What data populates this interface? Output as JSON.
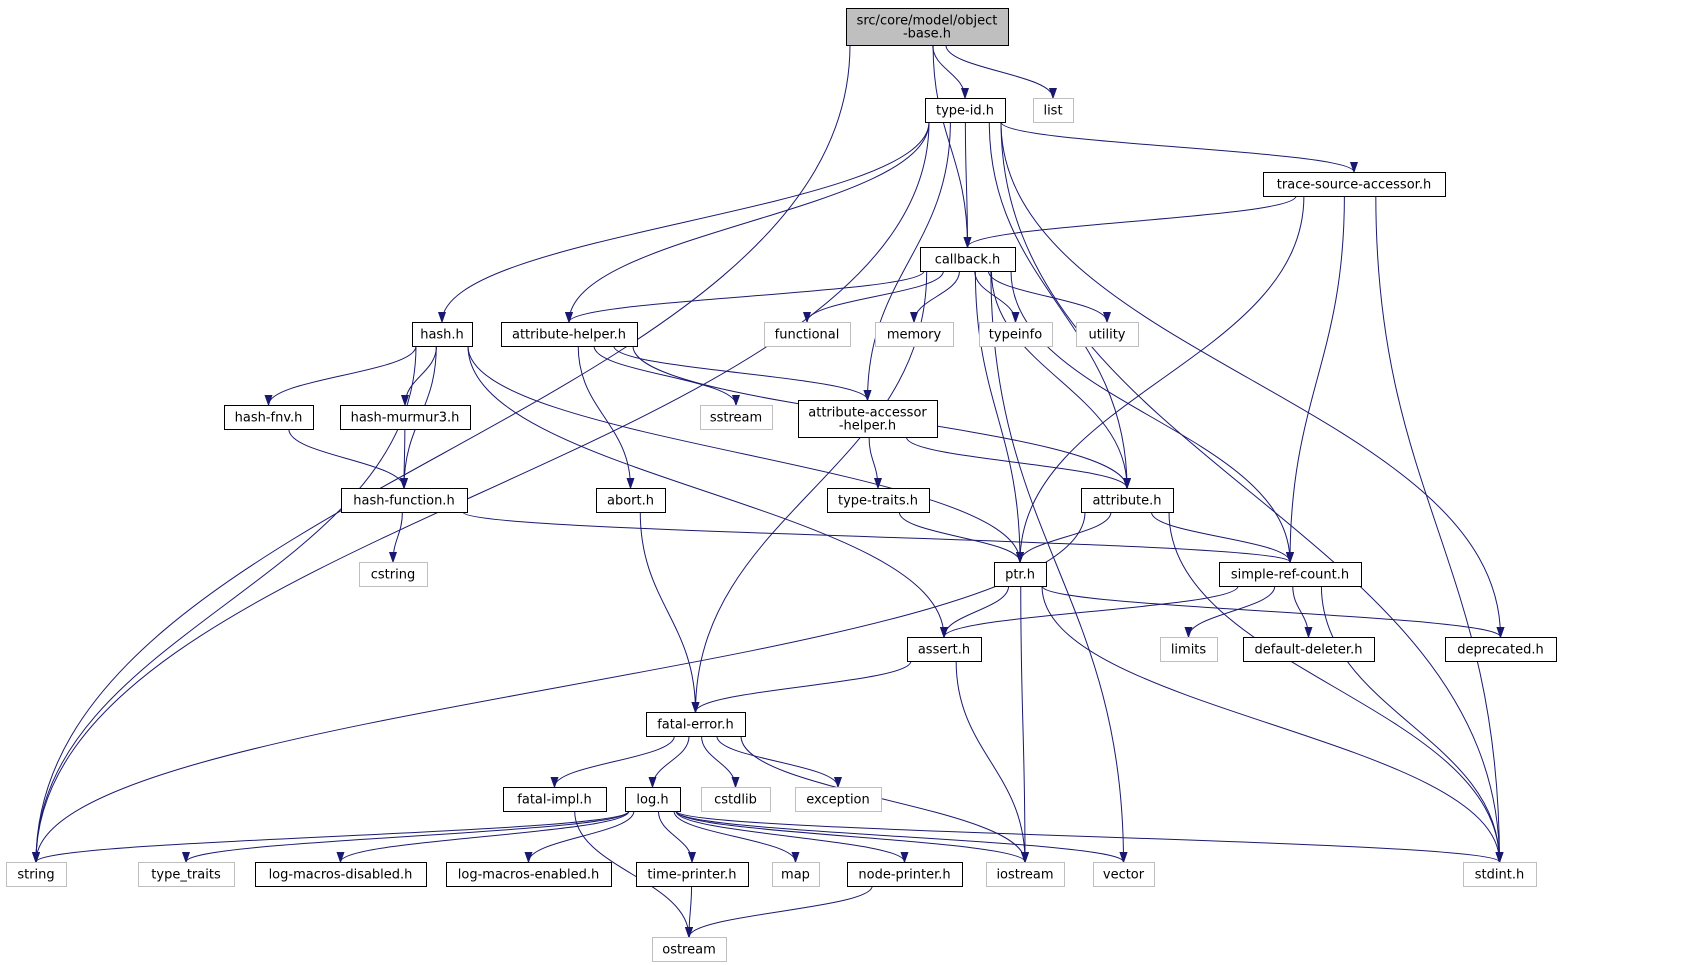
{
  "diagram": {
    "title": "",
    "edge_color": "#191970",
    "node_styles": {
      "root": {
        "fill": "#bfbfbf",
        "stroke": "#000000"
      },
      "local": {
        "fill": "#ffffff",
        "stroke": "#000000"
      },
      "system": {
        "fill": "#ffffff",
        "stroke": "#bfbfbf"
      }
    },
    "nodes": [
      {
        "id": "object-base",
        "lines": [
          "src/core/model/object",
          "-base.h"
        ],
        "style": "root"
      },
      {
        "id": "type-id",
        "lines": [
          "type-id.h"
        ],
        "style": "local"
      },
      {
        "id": "list",
        "lines": [
          "list"
        ],
        "style": "system"
      },
      {
        "id": "trace-source-accessor",
        "lines": [
          "trace-source-accessor.h"
        ],
        "style": "local"
      },
      {
        "id": "callback",
        "lines": [
          "callback.h"
        ],
        "style": "local"
      },
      {
        "id": "hash",
        "lines": [
          "hash.h"
        ],
        "style": "local"
      },
      {
        "id": "attribute-helper",
        "lines": [
          "attribute-helper.h"
        ],
        "style": "local"
      },
      {
        "id": "functional",
        "lines": [
          "functional"
        ],
        "style": "system"
      },
      {
        "id": "memory",
        "lines": [
          "memory"
        ],
        "style": "system"
      },
      {
        "id": "typeinfo",
        "lines": [
          "typeinfo"
        ],
        "style": "system"
      },
      {
        "id": "utility",
        "lines": [
          "utility"
        ],
        "style": "system"
      },
      {
        "id": "hash-fnv",
        "lines": [
          "hash-fnv.h"
        ],
        "style": "local"
      },
      {
        "id": "hash-murmur3",
        "lines": [
          "hash-murmur3.h"
        ],
        "style": "local"
      },
      {
        "id": "sstream",
        "lines": [
          "sstream"
        ],
        "style": "system"
      },
      {
        "id": "attribute-accessor-helper",
        "lines": [
          "attribute-accessor",
          "-helper.h"
        ],
        "style": "local"
      },
      {
        "id": "hash-function",
        "lines": [
          "hash-function.h"
        ],
        "style": "local"
      },
      {
        "id": "abort",
        "lines": [
          "abort.h"
        ],
        "style": "local"
      },
      {
        "id": "type-traits-h",
        "lines": [
          "type-traits.h"
        ],
        "style": "local"
      },
      {
        "id": "attribute",
        "lines": [
          "attribute.h"
        ],
        "style": "local"
      },
      {
        "id": "cstring",
        "lines": [
          "cstring"
        ],
        "style": "system"
      },
      {
        "id": "ptr",
        "lines": [
          "ptr.h"
        ],
        "style": "local"
      },
      {
        "id": "simple-ref-count",
        "lines": [
          "simple-ref-count.h"
        ],
        "style": "local"
      },
      {
        "id": "assert",
        "lines": [
          "assert.h"
        ],
        "style": "local"
      },
      {
        "id": "limits",
        "lines": [
          "limits"
        ],
        "style": "system"
      },
      {
        "id": "default-deleter",
        "lines": [
          "default-deleter.h"
        ],
        "style": "local"
      },
      {
        "id": "deprecated",
        "lines": [
          "deprecated.h"
        ],
        "style": "local"
      },
      {
        "id": "fatal-error",
        "lines": [
          "fatal-error.h"
        ],
        "style": "local"
      },
      {
        "id": "fatal-impl",
        "lines": [
          "fatal-impl.h"
        ],
        "style": "local"
      },
      {
        "id": "log",
        "lines": [
          "log.h"
        ],
        "style": "local"
      },
      {
        "id": "cstdlib",
        "lines": [
          "cstdlib"
        ],
        "style": "system"
      },
      {
        "id": "exception",
        "lines": [
          "exception"
        ],
        "style": "system"
      },
      {
        "id": "string",
        "lines": [
          "string"
        ],
        "style": "system"
      },
      {
        "id": "type_traits",
        "lines": [
          "type_traits"
        ],
        "style": "system"
      },
      {
        "id": "log-macros-disabled",
        "lines": [
          "log-macros-disabled.h"
        ],
        "style": "local"
      },
      {
        "id": "log-macros-enabled",
        "lines": [
          "log-macros-enabled.h"
        ],
        "style": "local"
      },
      {
        "id": "time-printer",
        "lines": [
          "time-printer.h"
        ],
        "style": "local"
      },
      {
        "id": "map",
        "lines": [
          "map"
        ],
        "style": "system"
      },
      {
        "id": "node-printer",
        "lines": [
          "node-printer.h"
        ],
        "style": "local"
      },
      {
        "id": "iostream",
        "lines": [
          "iostream"
        ],
        "style": "system"
      },
      {
        "id": "vector",
        "lines": [
          "vector"
        ],
        "style": "system"
      },
      {
        "id": "stdint",
        "lines": [
          "stdint.h"
        ],
        "style": "system"
      },
      {
        "id": "ostream",
        "lines": [
          "ostream"
        ],
        "style": "system"
      }
    ],
    "edges": [
      [
        "object-base",
        "string"
      ],
      [
        "object-base",
        "type-id"
      ],
      [
        "object-base",
        "list"
      ],
      [
        "object-base",
        "callback"
      ],
      [
        "type-id",
        "string"
      ],
      [
        "type-id",
        "hash"
      ],
      [
        "type-id",
        "attribute-helper"
      ],
      [
        "type-id",
        "callback"
      ],
      [
        "type-id",
        "trace-source-accessor"
      ],
      [
        "type-id",
        "attribute-accessor-helper"
      ],
      [
        "type-id",
        "attribute"
      ],
      [
        "type-id",
        "deprecated"
      ],
      [
        "type-id",
        "stdint"
      ],
      [
        "trace-source-accessor",
        "callback"
      ],
      [
        "trace-source-accessor",
        "ptr"
      ],
      [
        "trace-source-accessor",
        "simple-ref-count"
      ],
      [
        "trace-source-accessor",
        "stdint"
      ],
      [
        "callback",
        "attribute-helper"
      ],
      [
        "callback",
        "functional"
      ],
      [
        "callback",
        "memory"
      ],
      [
        "callback",
        "typeinfo"
      ],
      [
        "callback",
        "utility"
      ],
      [
        "callback",
        "attribute"
      ],
      [
        "callback",
        "simple-ref-count"
      ],
      [
        "callback",
        "vector"
      ],
      [
        "callback",
        "fatal-error"
      ],
      [
        "callback",
        "ptr"
      ],
      [
        "hash",
        "string"
      ],
      [
        "hash",
        "hash-fnv"
      ],
      [
        "hash",
        "hash-murmur3"
      ],
      [
        "hash",
        "hash-function"
      ],
      [
        "hash",
        "assert"
      ],
      [
        "hash",
        "ptr"
      ],
      [
        "attribute-helper",
        "sstream"
      ],
      [
        "attribute-helper",
        "attribute-accessor-helper"
      ],
      [
        "attribute-helper",
        "abort"
      ],
      [
        "attribute-helper",
        "attribute"
      ],
      [
        "hash-fnv",
        "hash-function"
      ],
      [
        "hash-murmur3",
        "hash-function"
      ],
      [
        "hash-function",
        "cstring"
      ],
      [
        "hash-function",
        "simple-ref-count"
      ],
      [
        "attribute-accessor-helper",
        "type-traits-h"
      ],
      [
        "attribute-accessor-helper",
        "attribute"
      ],
      [
        "abort",
        "fatal-error"
      ],
      [
        "type-traits-h",
        "ptr"
      ],
      [
        "attribute",
        "ptr"
      ],
      [
        "attribute",
        "simple-ref-count"
      ],
      [
        "attribute",
        "string"
      ],
      [
        "attribute",
        "stdint"
      ],
      [
        "ptr",
        "assert"
      ],
      [
        "ptr",
        "iostream"
      ],
      [
        "ptr",
        "deprecated"
      ],
      [
        "ptr",
        "stdint"
      ],
      [
        "simple-ref-count",
        "assert"
      ],
      [
        "simple-ref-count",
        "limits"
      ],
      [
        "simple-ref-count",
        "default-deleter"
      ],
      [
        "simple-ref-count",
        "stdint"
      ],
      [
        "assert",
        "fatal-error"
      ],
      [
        "assert",
        "iostream"
      ],
      [
        "fatal-error",
        "fatal-impl"
      ],
      [
        "fatal-error",
        "log"
      ],
      [
        "fatal-error",
        "cstdlib"
      ],
      [
        "fatal-error",
        "exception"
      ],
      [
        "fatal-error",
        "iostream"
      ],
      [
        "fatal-impl",
        "ostream"
      ],
      [
        "log",
        "string"
      ],
      [
        "log",
        "type_traits"
      ],
      [
        "log",
        "log-macros-disabled"
      ],
      [
        "log",
        "log-macros-enabled"
      ],
      [
        "log",
        "time-printer"
      ],
      [
        "log",
        "map"
      ],
      [
        "log",
        "node-printer"
      ],
      [
        "log",
        "iostream"
      ],
      [
        "log",
        "vector"
      ],
      [
        "log",
        "stdint"
      ],
      [
        "time-printer",
        "ostream"
      ],
      [
        "node-printer",
        "ostream"
      ]
    ]
  }
}
